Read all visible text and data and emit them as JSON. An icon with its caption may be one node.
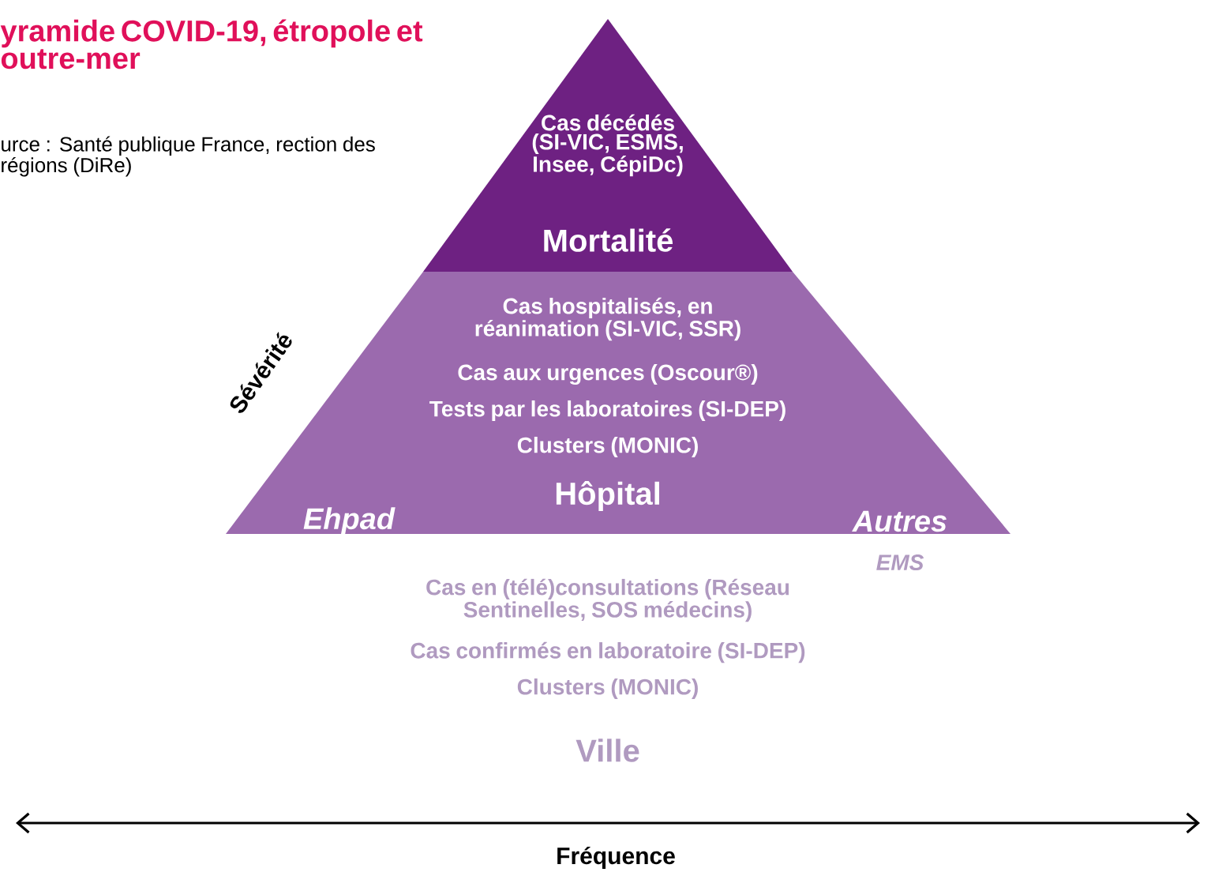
{
  "diagram": {
    "title": "yramide COVID-19, étropole et outre-mer",
    "caption": "urce : Santé publique France, rection des régions (DiRe)",
    "nodes": [
      {
        "text": [
          "Cas décédés (SI-VIC, ESMS, Insee, CépiDc)",
          "Mortalité"
        ]
      },
      {
        "text": [
          "Cas hospitalisés, en réanimation (SI-VIC, SSR)",
          "Cas aux urgences (Oscour®)",
          "Tests par les laboratoires (SI-DEP)",
          "Clusters (MONIC)",
          "Hôpital",
          "Ehpad",
          "Autres"
        ]
      },
      {
        "text": [
          "Cas en (télé)consultations (Réseau Sentinelles, SOS médecins)",
          "Cas confirmés en laboratoire (SI-DEP)",
          "Clusters (MONIC)",
          "Ville"
        ]
      }
    ],
    "labels": [
      "Sévérité",
      "EMS",
      "Fréquence"
    ]
  }
}
